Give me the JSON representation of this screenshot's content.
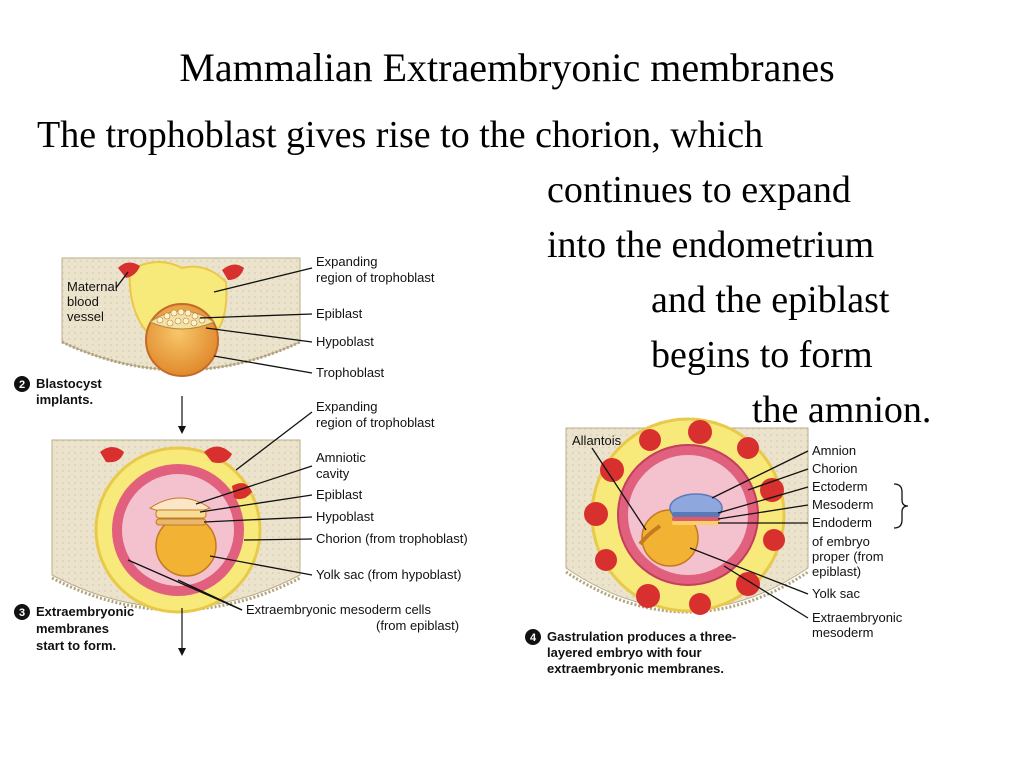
{
  "slide": {
    "title": "Mammalian Extraembryonic membranes",
    "text_lines": [
      "The trophoblast gives rise to the chorion, which",
      "continues to expand",
      "into the endometrium",
      "and the epiblast",
      "begins to form",
      "the amnion."
    ]
  },
  "figure": {
    "stage2": {
      "number": "2",
      "caption_1": "Blastocyst",
      "caption_2": "implants.",
      "maternal_1": "Maternal",
      "maternal_2": "blood",
      "maternal_3": "vessel",
      "labels": {
        "expanding_1": "Expanding",
        "expanding_2": "region of trophoblast",
        "epiblast": "Epiblast",
        "hypoblast": "Hypoblast",
        "trophoblast": "Trophoblast"
      }
    },
    "stage3": {
      "number": "3",
      "caption_1": "Extraembryonic",
      "caption_2": "membranes",
      "caption_3": "start to form.",
      "labels": {
        "expanding_1": "Expanding",
        "expanding_2": "region of trophoblast",
        "amniotic_1": "Amniotic",
        "amniotic_2": "cavity",
        "epiblast": "Epiblast",
        "hypoblast": "Hypoblast",
        "chorion": "Chorion (from trophoblast)",
        "yolk_sac": "Yolk sac (from hypoblast)",
        "mesoderm_1": "Extraembryonic mesoderm cells",
        "mesoderm_2": "(from epiblast)"
      }
    },
    "stage4": {
      "number": "4",
      "caption_1": "Gastrulation produces a three-",
      "caption_2": "layered embryo with four",
      "caption_3": "extraembryonic membranes.",
      "allantois": "Allantois",
      "labels": {
        "amnion": "Amnion",
        "chorion": "Chorion",
        "ectoderm": "Ectoderm",
        "mesoderm": "Mesoderm",
        "endoderm": "Endoderm",
        "embryo_1": "of embryo",
        "embryo_2": "proper (from",
        "embryo_3": "epiblast)",
        "yolk_sac": "Yolk sac",
        "extra_1": "Extraembryonic",
        "extra_2": "mesoderm"
      }
    }
  },
  "colors": {
    "endometrium": "#ece3cc",
    "trophoblast": "#f7e97a",
    "blood": "#d8302f",
    "chorion": "#e0607e",
    "yolk": "#f2b233",
    "amnion": "#8ea7dd"
  }
}
